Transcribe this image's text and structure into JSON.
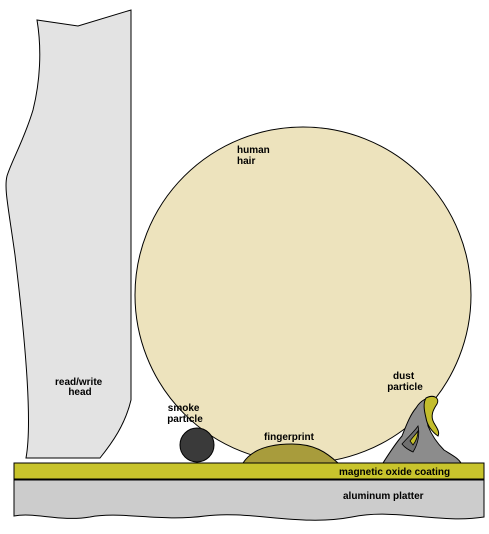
{
  "labels": {
    "human_hair": [
      "human",
      "hair"
    ],
    "read_write_head": [
      "read/write",
      "head"
    ],
    "smoke_particle": [
      "smoke",
      "particle"
    ],
    "fingerprint": "fingerprint",
    "dust_particle": [
      "dust",
      "particle"
    ],
    "magnetic_oxide_coating": "magnetic oxide coating",
    "aluminum_platter": "aluminum platter"
  },
  "colors": {
    "hair": "#ede3bd",
    "head": "#e3e3e3",
    "smoke": "#3a3a3a",
    "fingerprint": "#a89c3c",
    "dust_gray": "#8c8c8c",
    "dust_yellow": "#c3bd2c",
    "coating": "#c8c42c",
    "platter": "#cccccc",
    "outline": "#000000"
  }
}
